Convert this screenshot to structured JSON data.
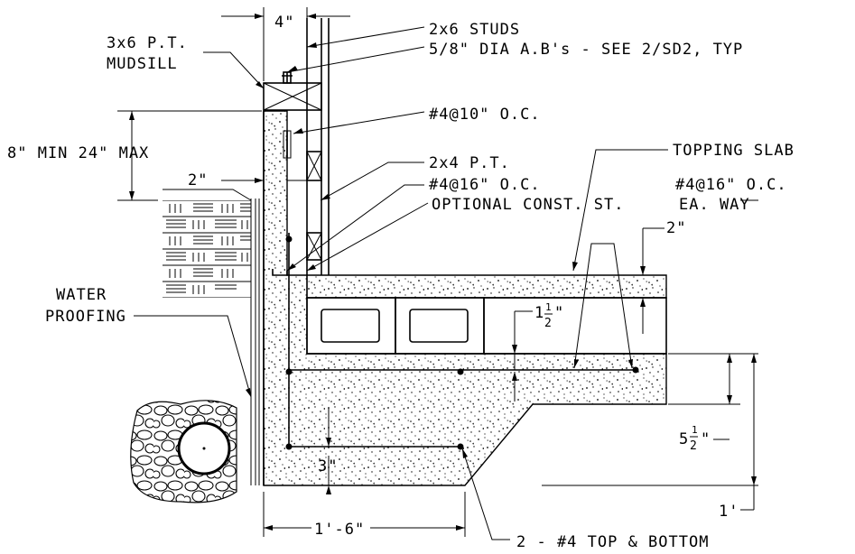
{
  "labels": {
    "wall_width": "4\"",
    "studs": "2x6 STUDS",
    "anchor_bolts": "5/8\" DIA A.B's - SEE 2/SD2, TYP",
    "mudsill_line1": "3x6 P.T.",
    "mudsill_line2": "MUDSILL",
    "vertical_rebar": "#4@10\" O.C.",
    "stem_height": "8\" MIN 24\" MAX",
    "topping_slab": "TOPPING SLAB",
    "plate": "2x4 P.T.",
    "dowel_rebar": "#4@16\" O.C.",
    "slab_rebar": "#4@16\" O.C.",
    "optional_const": "OPTIONAL CONST. ST.",
    "ea_way": "EA. WAY",
    "two_inch_left": "2\"",
    "two_inch_right": "2\"",
    "one_half_int": "1",
    "one_half_num": "1",
    "one_half_den": "2",
    "one_half_unit": "\"",
    "waterproofing_line1": "WATER",
    "waterproofing_line2": "PROOFING",
    "five_half_int": "5",
    "five_half_num": "1",
    "five_half_den": "2",
    "five_half_unit": "\"",
    "three_inch": "3\"",
    "one_foot": "1'",
    "one_foot_six": "1'-6\"",
    "top_bottom": "2 - #4 TOP & BOTTOM"
  }
}
